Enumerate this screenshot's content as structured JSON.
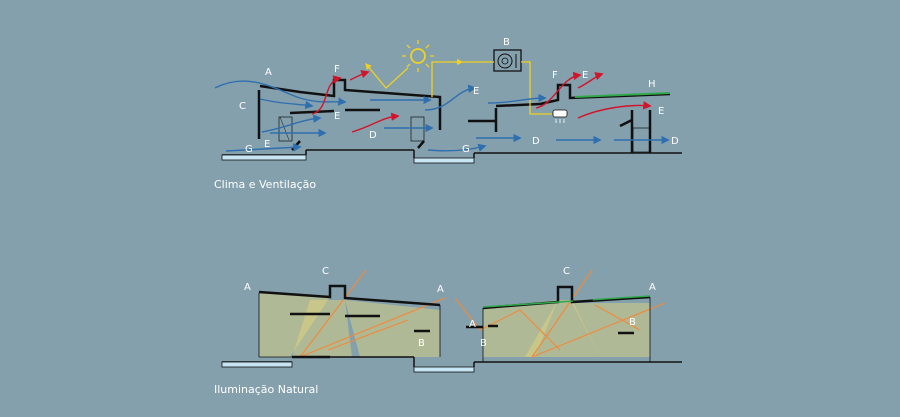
{
  "section_titles": {
    "climate": "Clima e Ventilação",
    "lighting": "Iluminação Natural"
  },
  "climate_labels": {
    "a": "A",
    "b": "B",
    "c": "C",
    "d1": "D",
    "d2": "D",
    "d3": "D",
    "e1": "E",
    "e2": "E",
    "e3": "E",
    "e4": "E",
    "e5": "E",
    "f1": "F",
    "f2": "F",
    "g1": "G",
    "g2": "G",
    "h": "H"
  },
  "lighting_labels": {
    "a1": "A",
    "a2": "A",
    "a3": "A",
    "a4": "A",
    "b1": "B",
    "b2": "B",
    "b3": "B",
    "c1": "C",
    "c2": "C"
  },
  "colors": {
    "background": "#84a0ad",
    "structure": "#111111",
    "air_flow": "#2f6fb0",
    "heat_flow": "#d2142a",
    "sun": "#f0d020",
    "light_cone": "#e6d77a",
    "light_ray": "#f08a3c",
    "green_roof": "#2fa84a",
    "water": "#c6e4f2"
  },
  "icons": {
    "sun": "sun-icon",
    "ac_unit": "ac-unit-icon",
    "indoor_unit": "indoor-unit-icon"
  }
}
